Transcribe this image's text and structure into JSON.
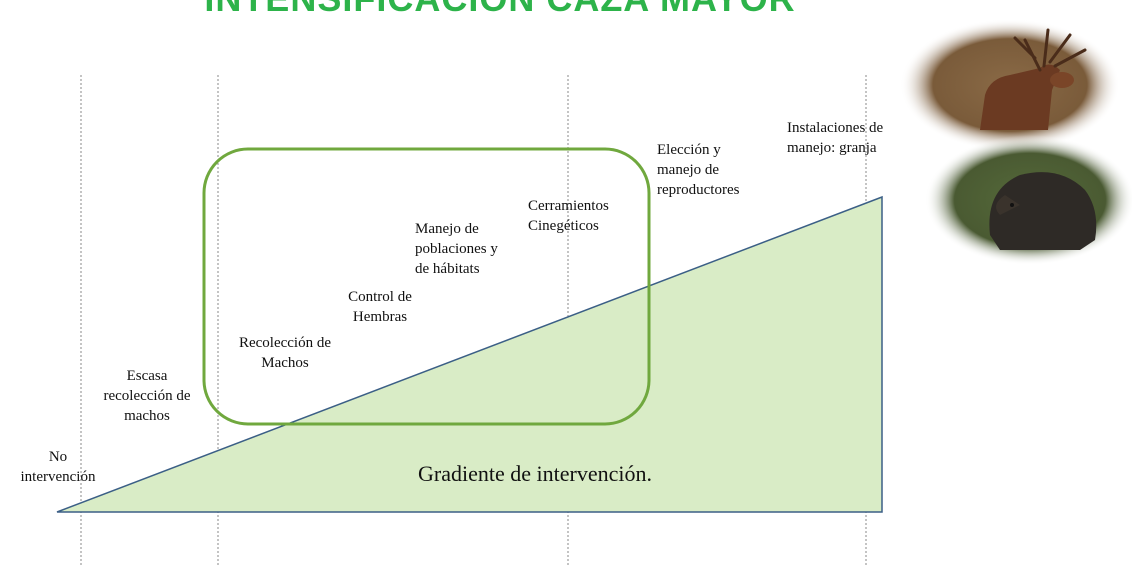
{
  "title": "INTENSIFICACIÓN CAZA MAYOR",
  "colors": {
    "title": "#2db34a",
    "triangle_fill": "#d9ecc6",
    "triangle_stroke": "#3b5f86",
    "rounded_box_stroke": "#70a83e",
    "divider": "#8a8a8a"
  },
  "gradient_label": "Gradiente de intervención.",
  "stages": [
    {
      "line1": "No",
      "line2": "intervención"
    },
    {
      "line1": "Escasa",
      "line2": "recolección de",
      "line3": "machos"
    },
    {
      "line1": "Recolección de",
      "line2": "Machos"
    },
    {
      "line1": "Control de",
      "line2": "Hembras"
    },
    {
      "line1": "Manejo de",
      "line2": "poblaciones y",
      "line3": "de hábitats"
    },
    {
      "line1": "Cerramientos",
      "line2": "Cinegéticos"
    },
    {
      "line1": "Elección y",
      "line2": "manejo de",
      "line3": "reproductores"
    },
    {
      "line1": "Instalaciones de",
      "line2": "manejo: granja"
    }
  ],
  "photos": [
    {
      "name": "red-deer-photo",
      "subject": "deer"
    },
    {
      "name": "wild-boar-photo",
      "subject": "boar"
    }
  ]
}
